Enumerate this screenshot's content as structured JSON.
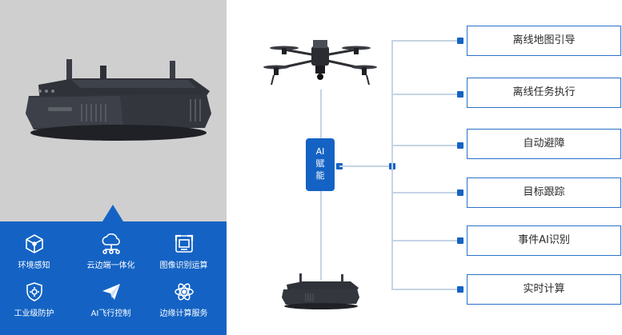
{
  "colors": {
    "accent": "#1463c4",
    "left_bg": "#cfcfcf",
    "connector": "#c7d3e4"
  },
  "features": [
    {
      "label": "环境感知",
      "icon": "cube-network-icon"
    },
    {
      "label": "云边端一体化",
      "icon": "cloud-network-icon"
    },
    {
      "label": "图像识别运算",
      "icon": "image-recognition-icon"
    },
    {
      "label": "工业级防护",
      "icon": "shield-gear-icon"
    },
    {
      "label": "AI飞行控制",
      "icon": "paper-plane-icon"
    },
    {
      "label": "边缘计算服务",
      "icon": "atom-icon"
    }
  ],
  "ai_box": {
    "line1": "AI",
    "line2": "赋",
    "line3": "能"
  },
  "capabilities": [
    "离线地图引导",
    "离线任务执行",
    "自动避障",
    "目标跟踪",
    "事件AI识别",
    "实时计算"
  ]
}
